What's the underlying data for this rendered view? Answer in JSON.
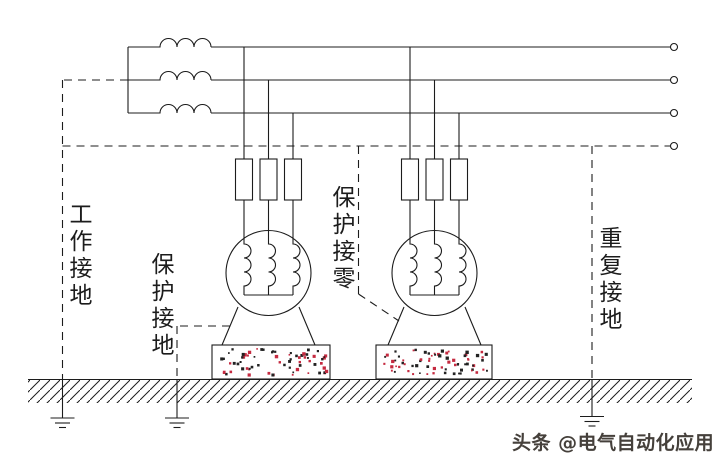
{
  "diagram": {
    "labels": {
      "working_ground": "工作接地",
      "protective_ground": "保护接地",
      "protective_neutral": "保护接零",
      "repeated_ground": "重复接地"
    },
    "watermark": {
      "text": "头条 @电气自动化应用"
    },
    "colors": {
      "bg": "#ffffff",
      "line": "#1c1c1c",
      "dot-red": "#c52a40",
      "dot-black": "#222222",
      "wm-color": "#45403b",
      "wm-shadow": "#ffffff"
    }
  }
}
